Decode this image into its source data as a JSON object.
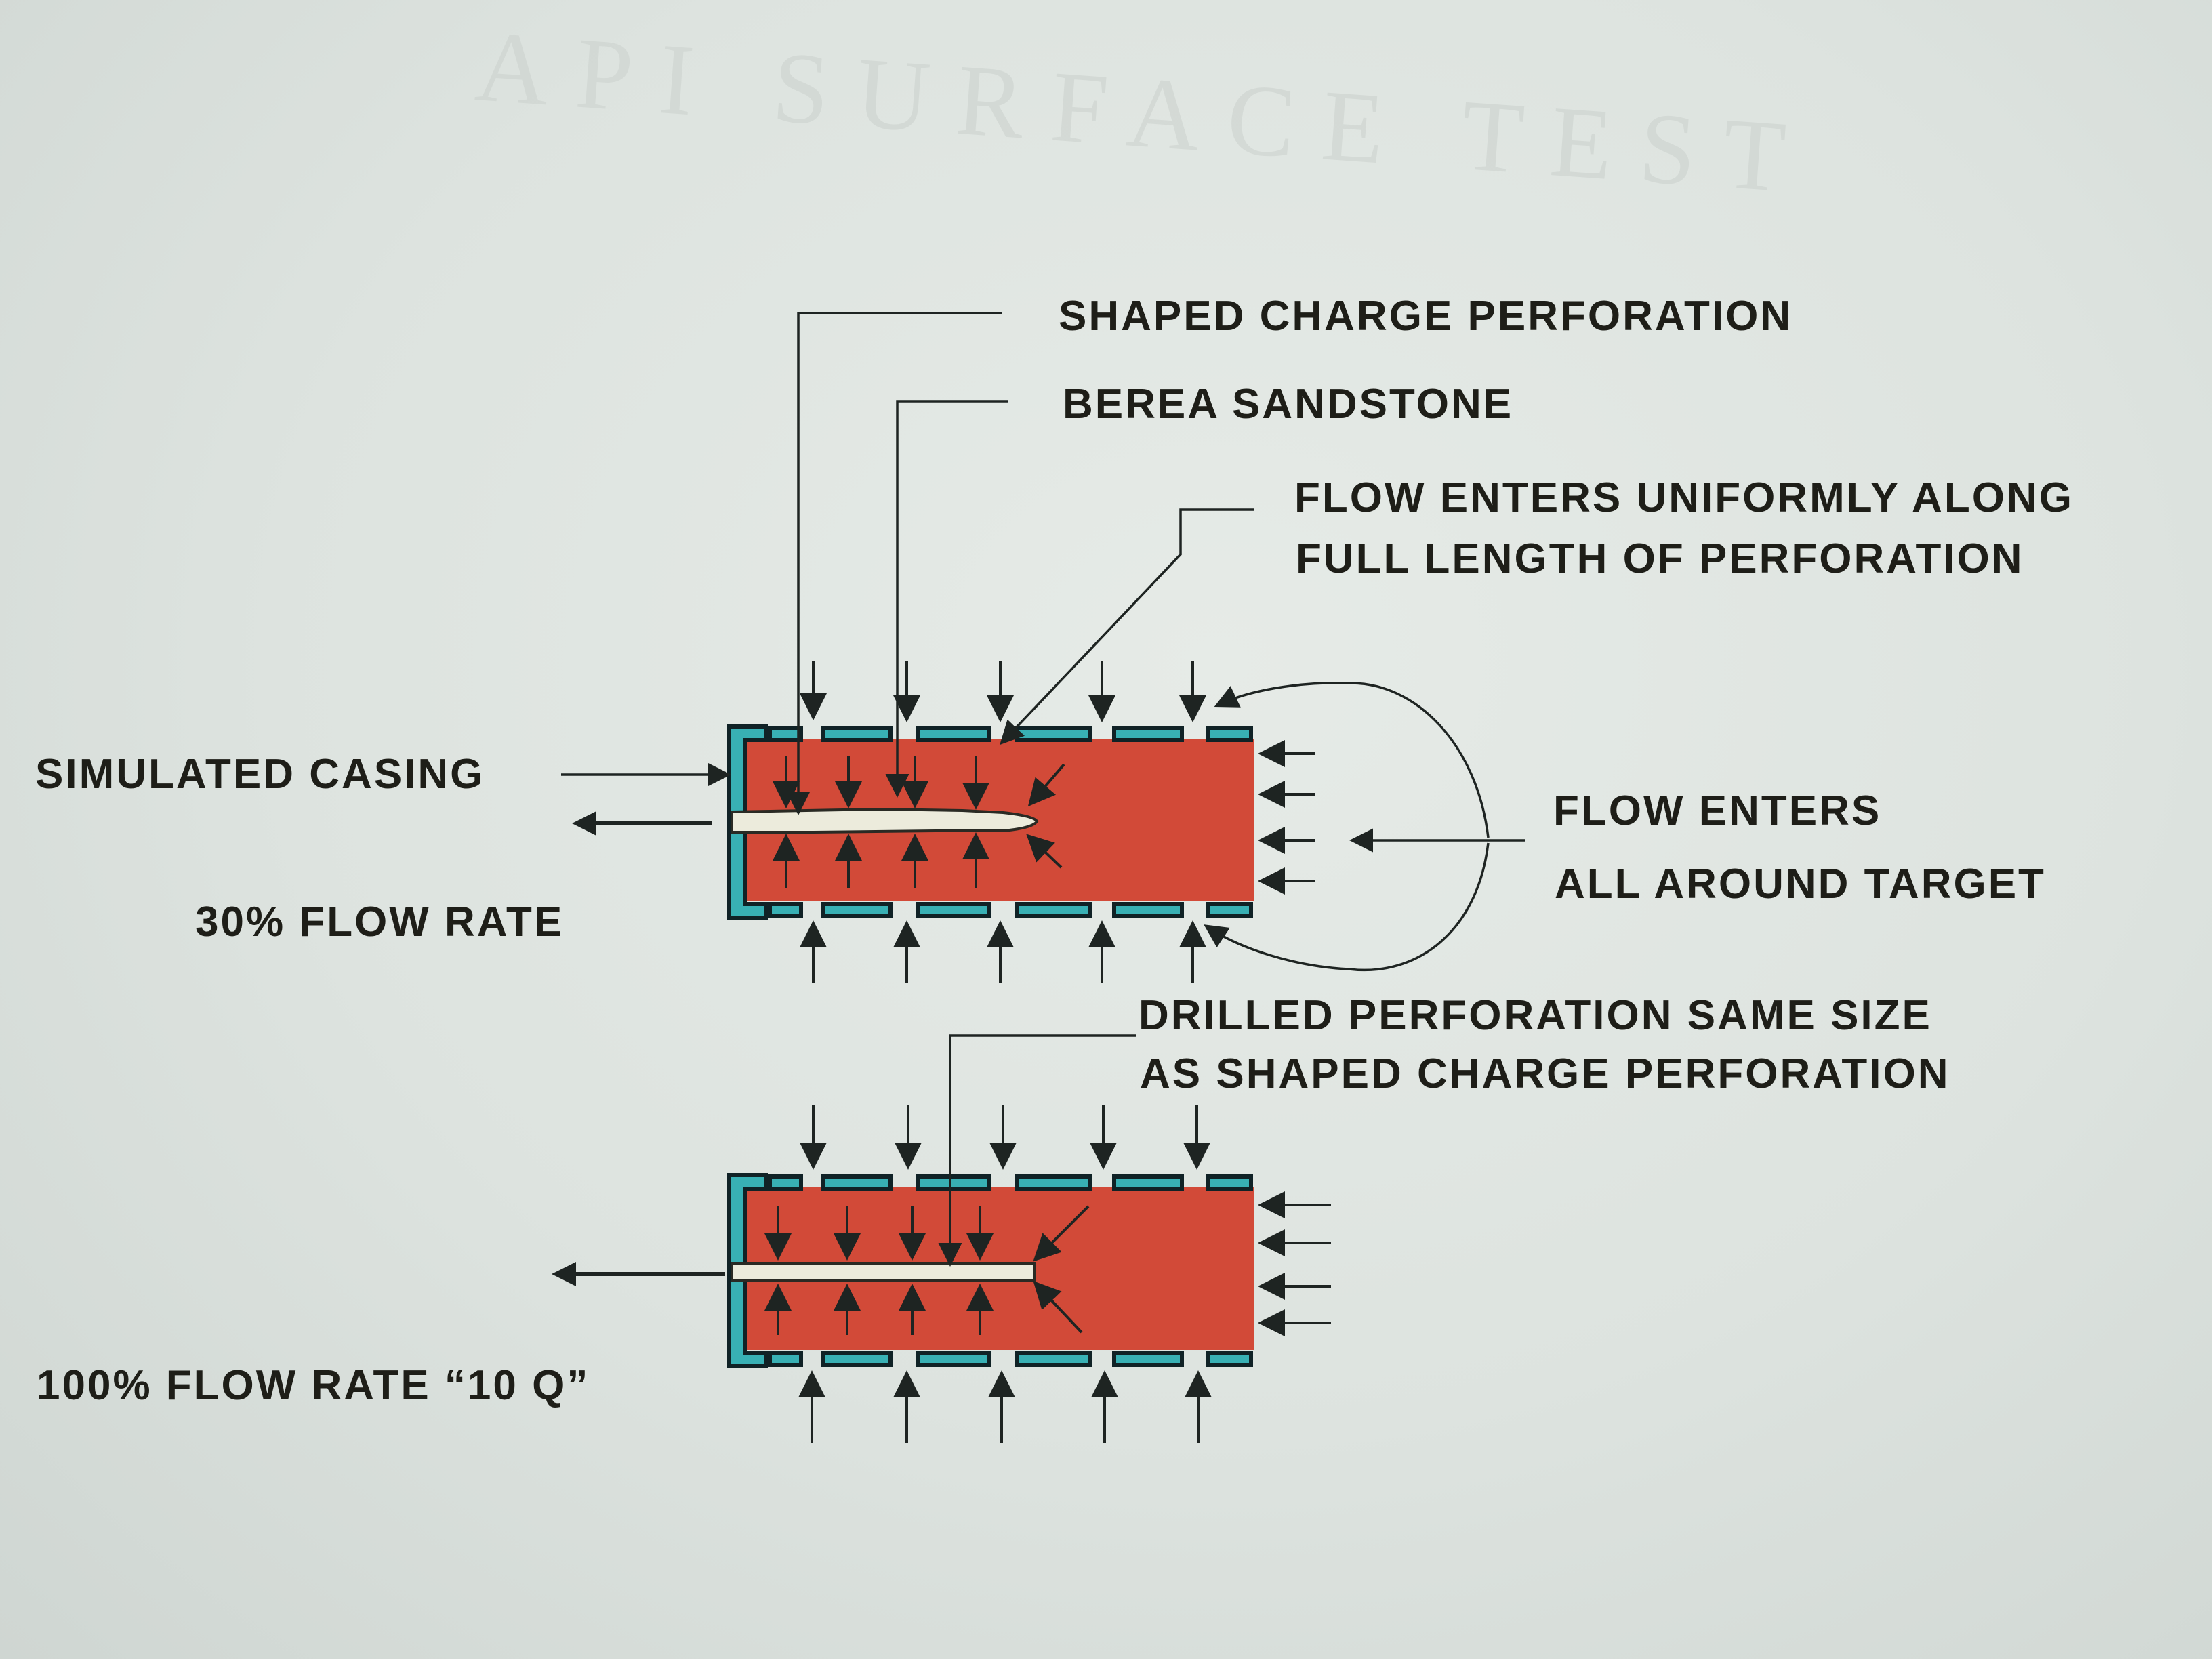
{
  "handwritten_note": "API SURFACE TEST",
  "labels": {
    "shaped_charge": "SHAPED CHARGE PERFORATION",
    "berea": "BEREA SANDSTONE",
    "flow_uniform_1": "FLOW ENTERS UNIFORMLY ALONG",
    "flow_uniform_2": "FULL LENGTH OF PERFORATION",
    "simulated_casing": "SIMULATED CASING",
    "flow_around_1": "FLOW ENTERS",
    "flow_around_2": "ALL AROUND TARGET",
    "rate_30": "30% FLOW RATE",
    "drilled_1": "DRILLED PERFORATION SAME SIZE",
    "drilled_2": "AS SHAPED CHARGE PERFORATION",
    "rate_100": "100% FLOW RATE “10 Q”"
  },
  "colors": {
    "sandstone": "#d24a38",
    "casing": "#38b0b4",
    "ink": "#1e2422"
  }
}
